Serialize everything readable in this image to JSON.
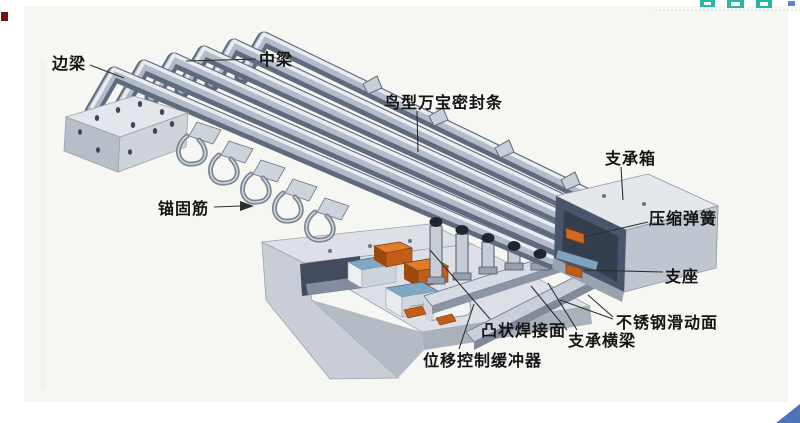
{
  "artifacts": {
    "top_left_mark_color": "#6d1616",
    "toolbar_fragment_color": "#2ab5a0",
    "corner_triangle_color": "#4e73b6"
  },
  "diagram": {
    "type": "technical-illustration",
    "labels": [
      {
        "id": "edge-beam",
        "text": "边梁"
      },
      {
        "id": "middle-beam",
        "text": "中梁"
      },
      {
        "id": "seal-strip",
        "text": "鸟型万宝密封条"
      },
      {
        "id": "anchor-bars",
        "text": "锚固筋"
      },
      {
        "id": "support-box",
        "text": "支承箱"
      },
      {
        "id": "compression-spring",
        "text": "压缩弹簧"
      },
      {
        "id": "bearing",
        "text": "支座"
      },
      {
        "id": "stainless-sliding-surface",
        "text": "不锈钢滑动面"
      },
      {
        "id": "convex-weld-surface",
        "text": "凸状焊接面"
      },
      {
        "id": "support-crossbeam",
        "text": "支承横梁"
      },
      {
        "id": "displacement-buffer",
        "text": "位移控制缓冲器"
      }
    ],
    "colors": {
      "steel_light": "#e9edf2",
      "steel_mid": "#b2bbc9",
      "steel_dark": "#5f6a7d",
      "orange": "#d2691e",
      "orange_dark": "#9c4a10",
      "sliding_blue": "#7fa8c4",
      "label_text": "#141414",
      "background": "#f6f6f3"
    }
  }
}
